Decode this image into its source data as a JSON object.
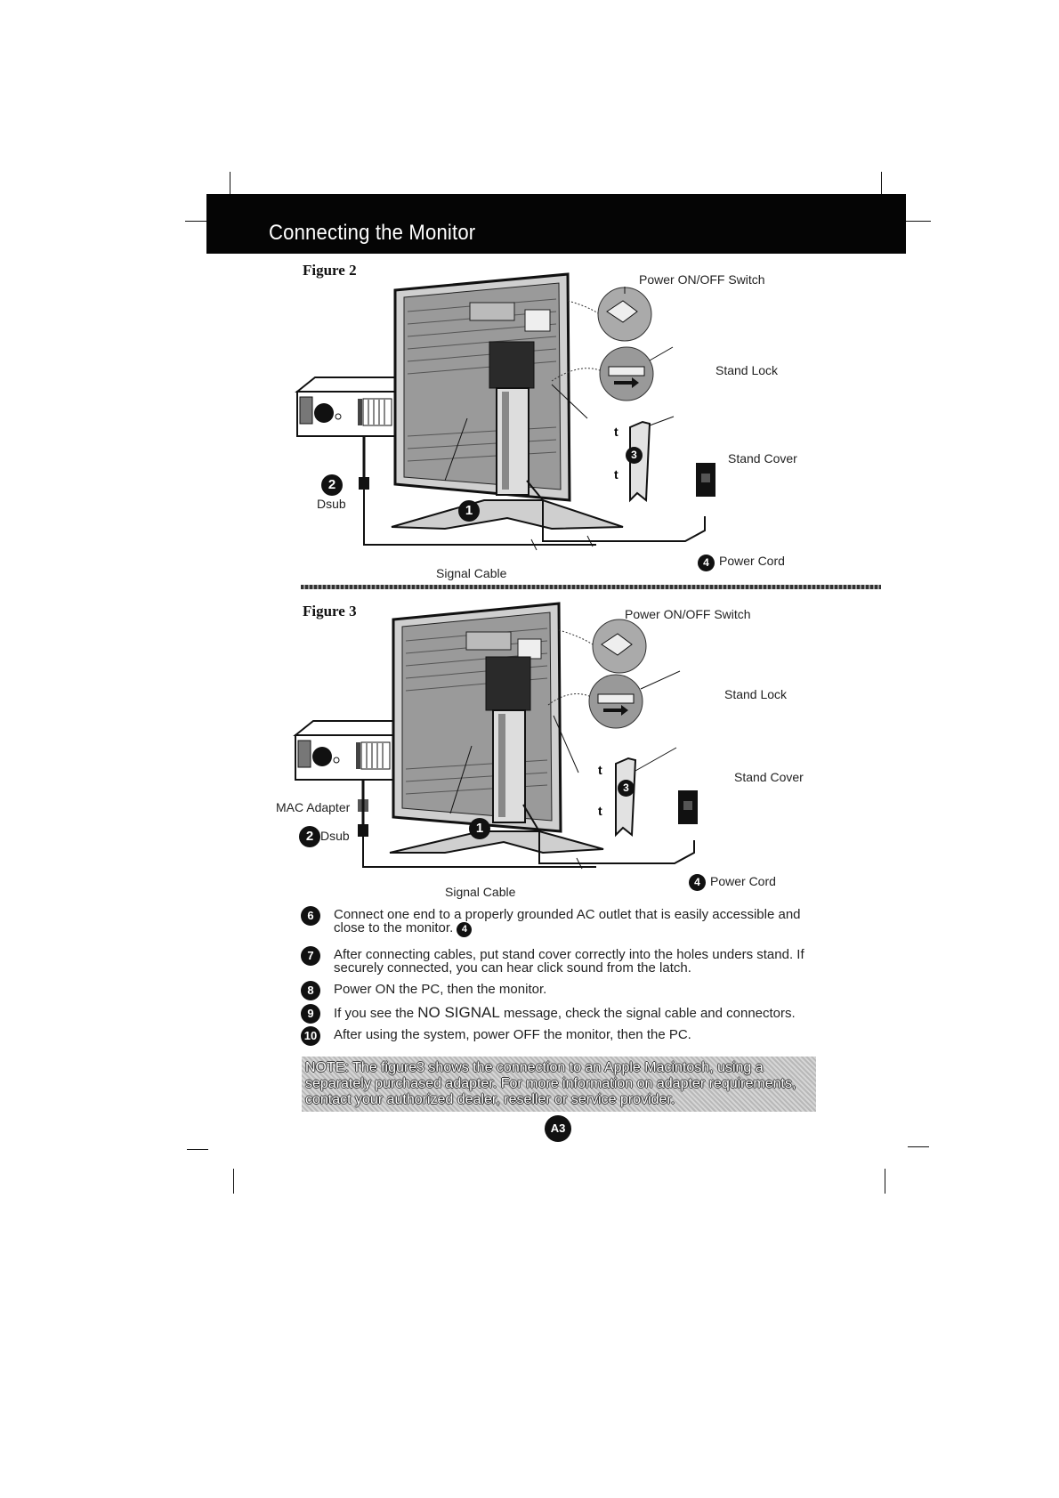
{
  "header": {
    "title": "Connecting the Monitor"
  },
  "figure2": {
    "label": "Figure 2",
    "power_switch": "Power ON/OFF Switch",
    "stand_lock": "Stand Lock",
    "stand_cover": "Stand Cover",
    "power_cord": "Power Cord",
    "signal_cable": "Signal Cable",
    "dsub": "Dsub",
    "num_1": "1",
    "num_2": "2",
    "num_3": "3",
    "num_4": "4"
  },
  "figure3": {
    "label": "Figure 3",
    "power_switch": "Power ON/OFF Switch",
    "stand_lock": "Stand Lock",
    "stand_cover": "Stand Cover",
    "power_cord": "Power Cord",
    "signal_cable": "Signal Cable",
    "mac_adapter": "MAC Adapter",
    "dsub": "Dsub",
    "num_1": "1",
    "num_2": "2",
    "num_3": "3",
    "num_4": "4"
  },
  "steps": [
    {
      "num": "6",
      "text": "Connect one end to a properly grounded AC outlet that is easily accessible and close to the monitor.",
      "ref": "4"
    },
    {
      "num": "7",
      "text": "After connecting cables, put stand cover correctly into the holes unders stand. If securely connected, you can hear click sound from the latch."
    },
    {
      "num": "8",
      "text": "Power ON the PC, then the monitor."
    },
    {
      "num": "9",
      "text_before": "If you see the ",
      "highlight": "NO SIGNAL",
      "text_after": " message, check the signal cable and connectors."
    },
    {
      "num": "10",
      "text": "After using the system, power OFF the monitor, then the PC."
    }
  ],
  "note": {
    "text": "NOTE: The figure3 shows the connection to an Apple Macintosh, using a separately purchased adapter. For more information on adapter requirements, contact your authorized dealer, reseller or service provider."
  },
  "page_number": "A3"
}
